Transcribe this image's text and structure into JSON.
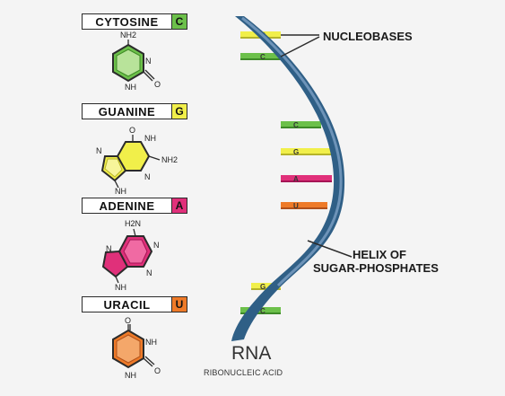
{
  "bases": [
    {
      "name": "CYTOSINE",
      "code": "C",
      "color": "#6cc04a"
    },
    {
      "name": "GUANINE",
      "code": "G",
      "color": "#f1ef4a"
    },
    {
      "name": "ADENINE",
      "code": "A",
      "color": "#e0307a"
    },
    {
      "name": "URACIL",
      "code": "U",
      "color": "#ee7a28"
    }
  ],
  "structures": {
    "cytosine": {
      "amine": "NH2",
      "n": "N",
      "nh": "NH",
      "o": "O"
    },
    "guanine": {
      "o": "O",
      "nh": "NH",
      "amine": "NH2",
      "n1": "N",
      "n2": "N",
      "nh2": "NH"
    },
    "adenine": {
      "amine": "H2N",
      "n1": "N",
      "n2": "N",
      "n3": "N",
      "nh": "NH"
    },
    "uracil": {
      "o1": "O",
      "nh": "NH",
      "o2": "O",
      "nh2": "NH"
    }
  },
  "helix_rungs": [
    {
      "code": "G",
      "color": "#f1ef4a"
    },
    {
      "code": "C",
      "color": "#6cc04a"
    },
    {
      "code": "C",
      "color": "#6cc04a"
    },
    {
      "code": "G",
      "color": "#f1ef4a"
    },
    {
      "code": "A",
      "color": "#e0307a"
    },
    {
      "code": "U",
      "color": "#ee7a28"
    },
    {
      "code": "G",
      "color": "#f1ef4a"
    },
    {
      "code": "C",
      "color": "#6cc04a"
    }
  ],
  "callouts": {
    "nucleobases": "NUCLEOBASES",
    "helix_line1": "HELIX OF",
    "helix_line2": "SUGAR-PHOSPHATES"
  },
  "title": "RNA",
  "subtitle": "RIBONUCLEIC ACID",
  "colors": {
    "backbone": "#2f5f86",
    "backbone_light": "#6d93b8",
    "outline": "#2b2b2b"
  }
}
